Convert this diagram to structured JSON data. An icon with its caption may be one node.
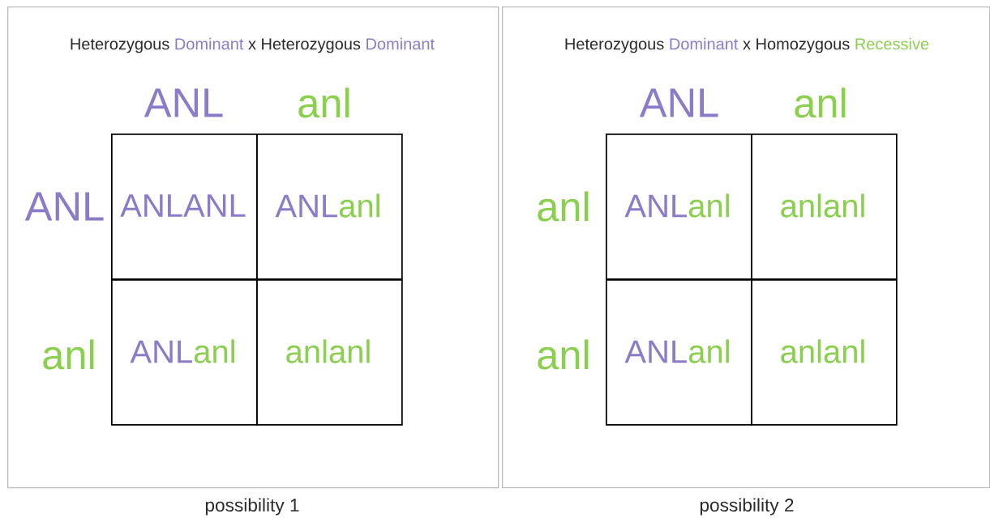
{
  "diagram": {
    "nodes": [
      {
        "text": [
          "Heterozygous",
          "Dominant",
          "x Heterozygous",
          "Dominant"
        ],
        "beside": [
          "possibility 1"
        ]
      },
      {
        "text": [
          "ANLANL"
        ],
        "in": 0
      },
      {
        "text": [
          "ANL",
          "anl"
        ],
        "in": 0
      },
      {
        "text": [
          "ANL",
          "anl"
        ],
        "in": 0
      },
      {
        "text": [
          "anlanl"
        ],
        "in": 0
      },
      {
        "text": [
          "Heterozygous",
          "Dominant",
          "x Homozygous",
          "Recessive"
        ],
        "beside": [
          "possibility 2"
        ]
      },
      {
        "text": [
          "ANL",
          "anl"
        ],
        "in": 5
      },
      {
        "text": [
          "anlanl"
        ],
        "in": 5
      },
      {
        "text": [
          "ANL",
          "anl"
        ],
        "in": 5
      },
      {
        "text": [
          "anlanl"
        ],
        "in": 5
      }
    ],
    "labels": [
      "ANL",
      "anl",
      "ANL",
      "anl",
      "ANL",
      "anl",
      "anl",
      "anl"
    ]
  }
}
